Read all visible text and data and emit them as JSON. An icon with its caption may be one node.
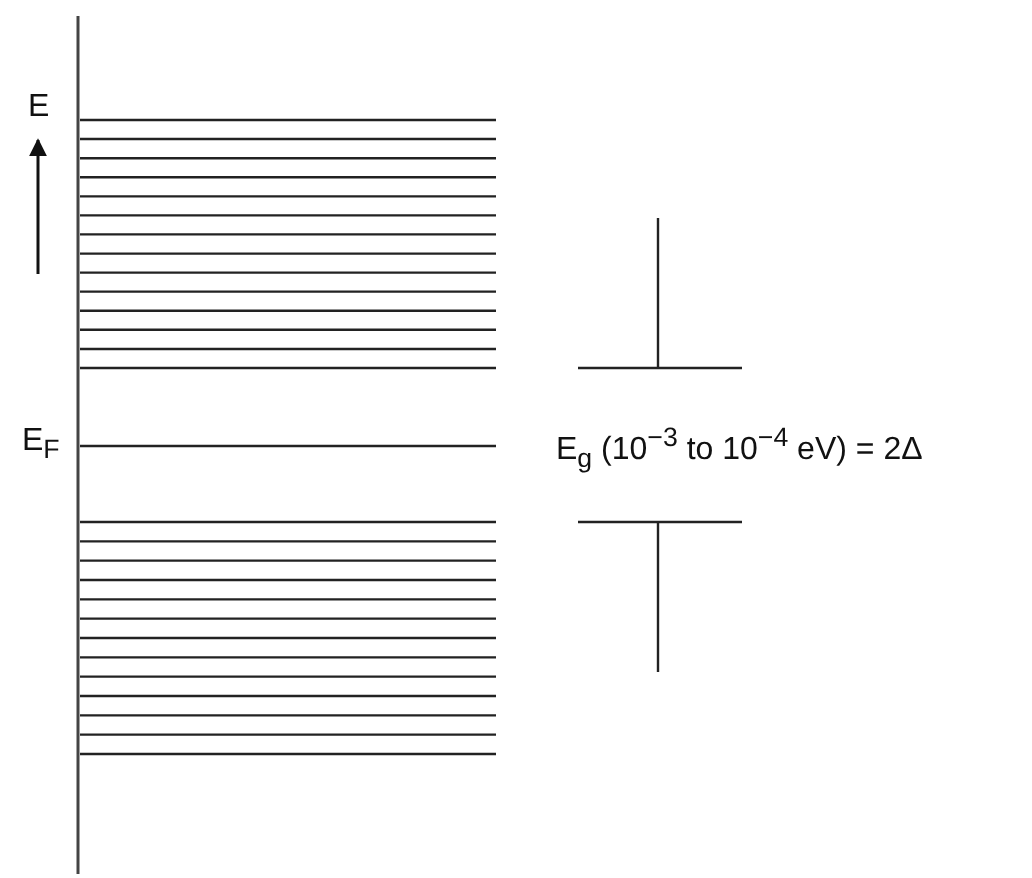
{
  "diagram": {
    "labels": [
      "E",
      "E$_{F}$",
      "E$_{g}$ (10$^{−3}$ to 10$^{−4}$ eV) = 2Δ"
    ]
  }
}
